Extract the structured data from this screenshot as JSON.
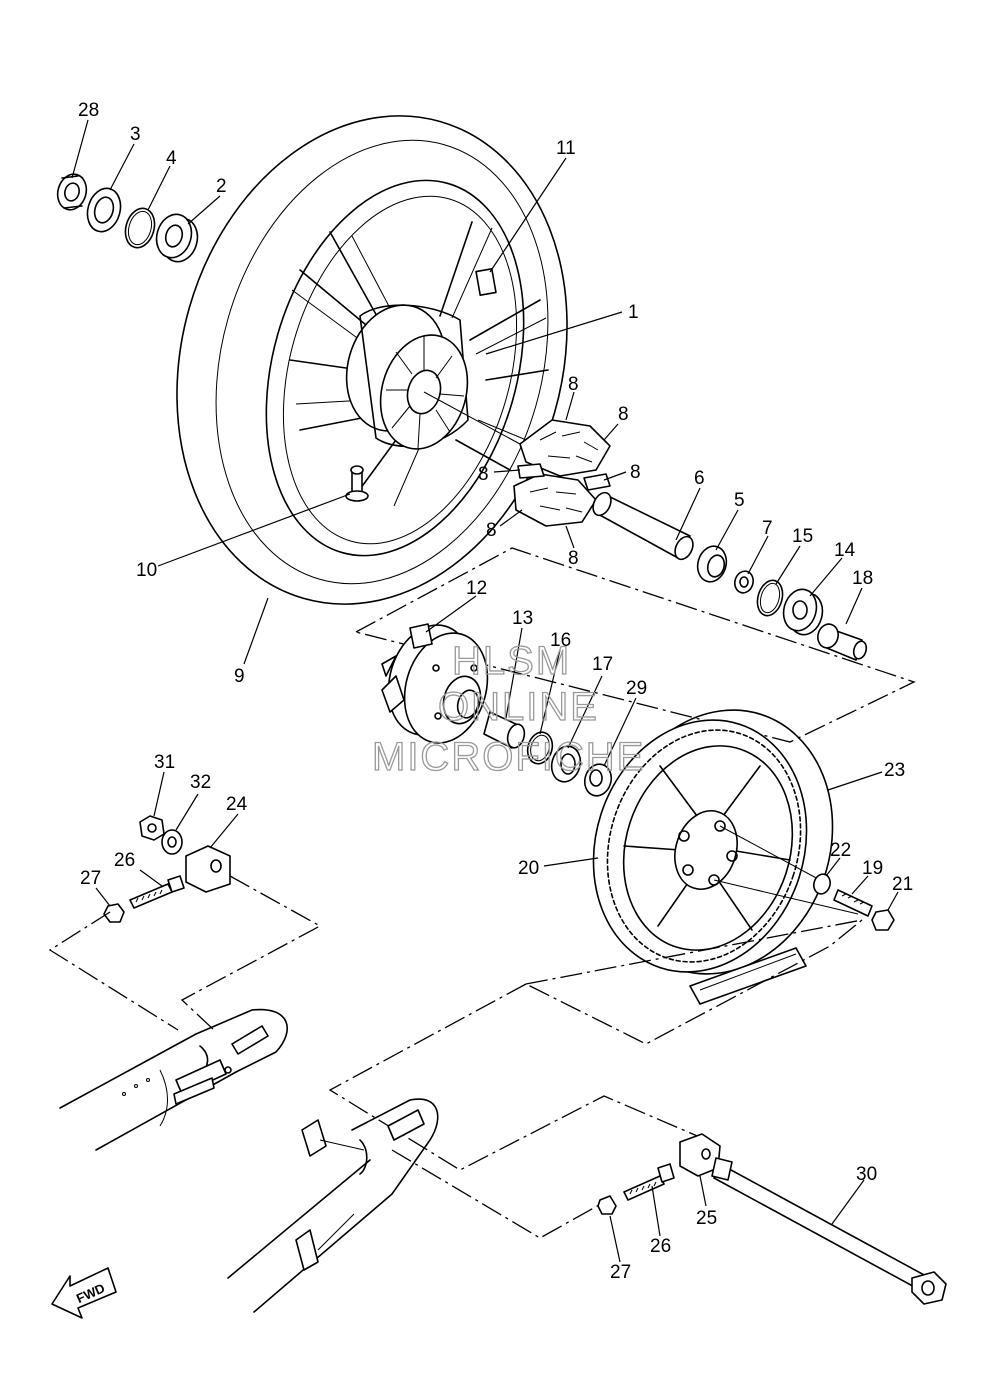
{
  "watermark": {
    "line1": "HLSM",
    "line2": "ONLINE",
    "line3": "MICROFICHE"
  },
  "fwd_label": "FWD",
  "callouts": [
    {
      "id": "c28",
      "text": "28"
    },
    {
      "id": "c3",
      "text": "3"
    },
    {
      "id": "c4",
      "text": "4"
    },
    {
      "id": "c2",
      "text": "2"
    },
    {
      "id": "c11",
      "text": "11"
    },
    {
      "id": "c1",
      "text": "1"
    },
    {
      "id": "c8a",
      "text": "8"
    },
    {
      "id": "c8b",
      "text": "8"
    },
    {
      "id": "c8c",
      "text": "8"
    },
    {
      "id": "c8d",
      "text": "8"
    },
    {
      "id": "c8e",
      "text": "8"
    },
    {
      "id": "c8f",
      "text": "8"
    },
    {
      "id": "c6",
      "text": "6"
    },
    {
      "id": "c5",
      "text": "5"
    },
    {
      "id": "c7",
      "text": "7"
    },
    {
      "id": "c15",
      "text": "15"
    },
    {
      "id": "c14",
      "text": "14"
    },
    {
      "id": "c18",
      "text": "18"
    },
    {
      "id": "c10",
      "text": "10"
    },
    {
      "id": "c9",
      "text": "9"
    },
    {
      "id": "c12",
      "text": "12"
    },
    {
      "id": "c13",
      "text": "13"
    },
    {
      "id": "c16",
      "text": "16"
    },
    {
      "id": "c17",
      "text": "17"
    },
    {
      "id": "c29",
      "text": "29"
    },
    {
      "id": "c23",
      "text": "23"
    },
    {
      "id": "c31",
      "text": "31"
    },
    {
      "id": "c32",
      "text": "32"
    },
    {
      "id": "c24",
      "text": "24"
    },
    {
      "id": "c26a",
      "text": "26"
    },
    {
      "id": "c27a",
      "text": "27"
    },
    {
      "id": "c20",
      "text": "20"
    },
    {
      "id": "c22",
      "text": "22"
    },
    {
      "id": "c19",
      "text": "19"
    },
    {
      "id": "c21",
      "text": "21"
    },
    {
      "id": "c30",
      "text": "30"
    },
    {
      "id": "c25",
      "text": "25"
    },
    {
      "id": "c26b",
      "text": "26"
    },
    {
      "id": "c27b",
      "text": "27"
    }
  ]
}
